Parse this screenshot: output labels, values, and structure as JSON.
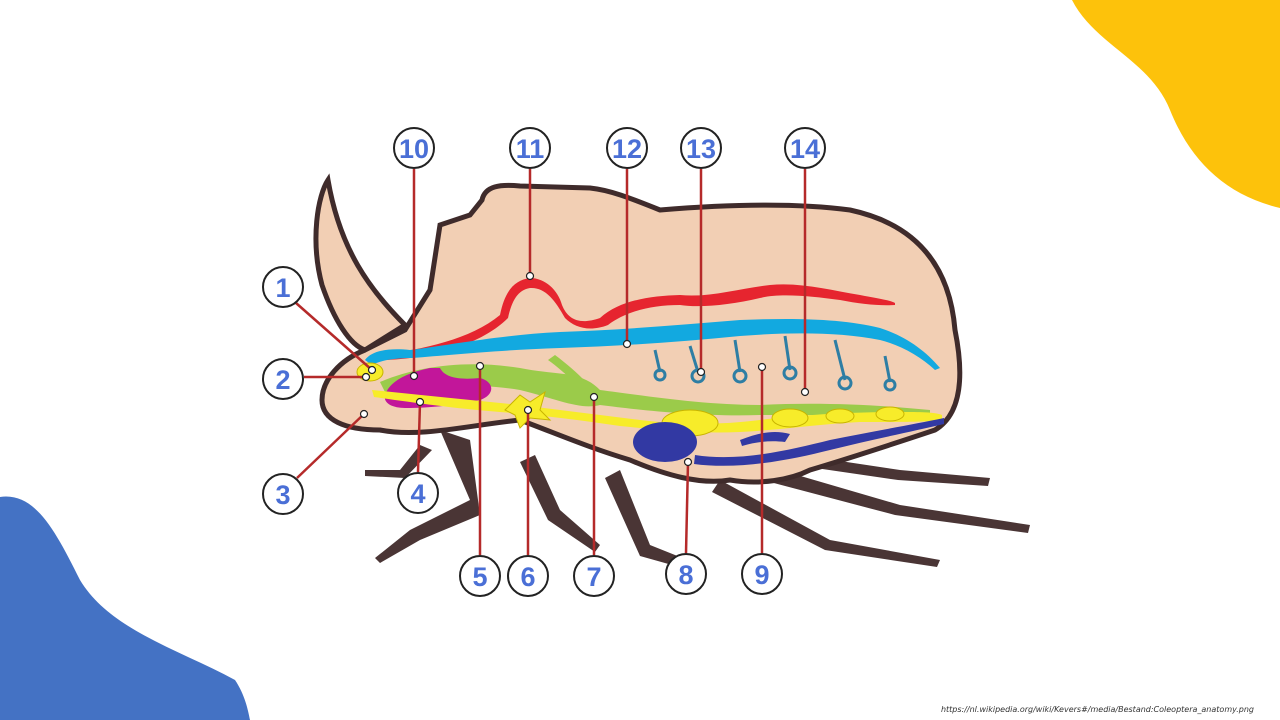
{
  "colors": {
    "corner_yellow": "#fdc20b",
    "corner_blue": "#4472c4",
    "body_fill": "#f2cfb4",
    "body_outline": "#3f2b2b",
    "leg_fill": "#4a3535",
    "heart": "#e6252f",
    "aorta_blue": "#12a9e0",
    "nerve_yellow": "#f7ec2a",
    "gut_green": "#9bcb4a",
    "gland_magenta": "#c2169a",
    "crop_navy": "#3239a3",
    "spiracle_teal": "#2e7ea4",
    "leader_line": "#b52a2a",
    "label_text": "#4a6fd6"
  },
  "callouts": [
    {
      "id": "1",
      "label": "1"
    },
    {
      "id": "2",
      "label": "2"
    },
    {
      "id": "3",
      "label": "3"
    },
    {
      "id": "4",
      "label": "4"
    },
    {
      "id": "5",
      "label": "5"
    },
    {
      "id": "6",
      "label": "6"
    },
    {
      "id": "7",
      "label": "7"
    },
    {
      "id": "8",
      "label": "8"
    },
    {
      "id": "9",
      "label": "9"
    },
    {
      "id": "10",
      "label": "10"
    },
    {
      "id": "11",
      "label": "11"
    },
    {
      "id": "12",
      "label": "12"
    },
    {
      "id": "13",
      "label": "13"
    },
    {
      "id": "14",
      "label": "14"
    }
  ],
  "source_credit": "https://nl.wikipedia.org/wiki/Kevers#/media/Bestand:Coleoptera_anatomy.png"
}
